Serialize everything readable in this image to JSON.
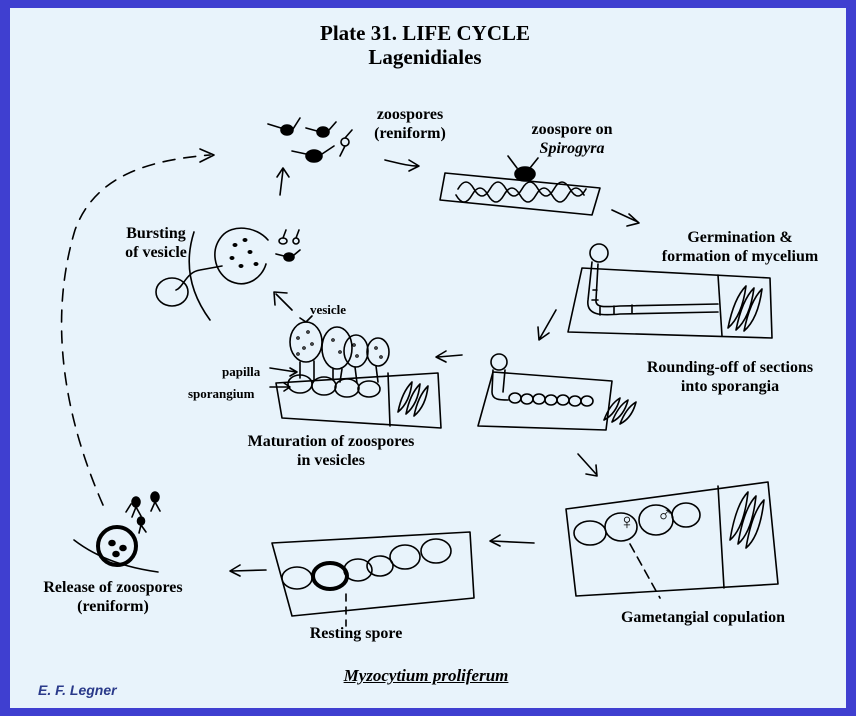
{
  "plate": {
    "title_line1": "Plate 31.  LIFE CYCLE",
    "title_line2": "Lagenidiales"
  },
  "labels": {
    "zoospores_reniform_1": "zoospores",
    "zoospores_reniform_2": "(reniform)",
    "zoospore_on_1": "zoospore on",
    "zoospore_on_2": "Spirogyra",
    "germination_1": "Germination &",
    "germination_2": "formation of  mycelium",
    "bursting_1": "Bursting",
    "bursting_2": "of vesicle",
    "vesicle": "vesicle",
    "papilla": "papilla",
    "sporangium": "sporangium",
    "maturation_1": "Maturation of zoospores",
    "maturation_2": "in vesicles",
    "rounding_1": "Rounding-off of sections",
    "rounding_2": "into sporangia",
    "release_1": "Release of zoospores",
    "release_2": "(reniform)",
    "resting_spore": "Resting spore",
    "gametangial": "Gametangial copulation",
    "female_symbol": "♀",
    "male_symbol": "♂"
  },
  "species": "Myzocytium proliferum",
  "credit": "E. F. Legner",
  "colors": {
    "frame": "#3f3fd0",
    "background": "#e8f3fb",
    "ink": "#000000"
  }
}
